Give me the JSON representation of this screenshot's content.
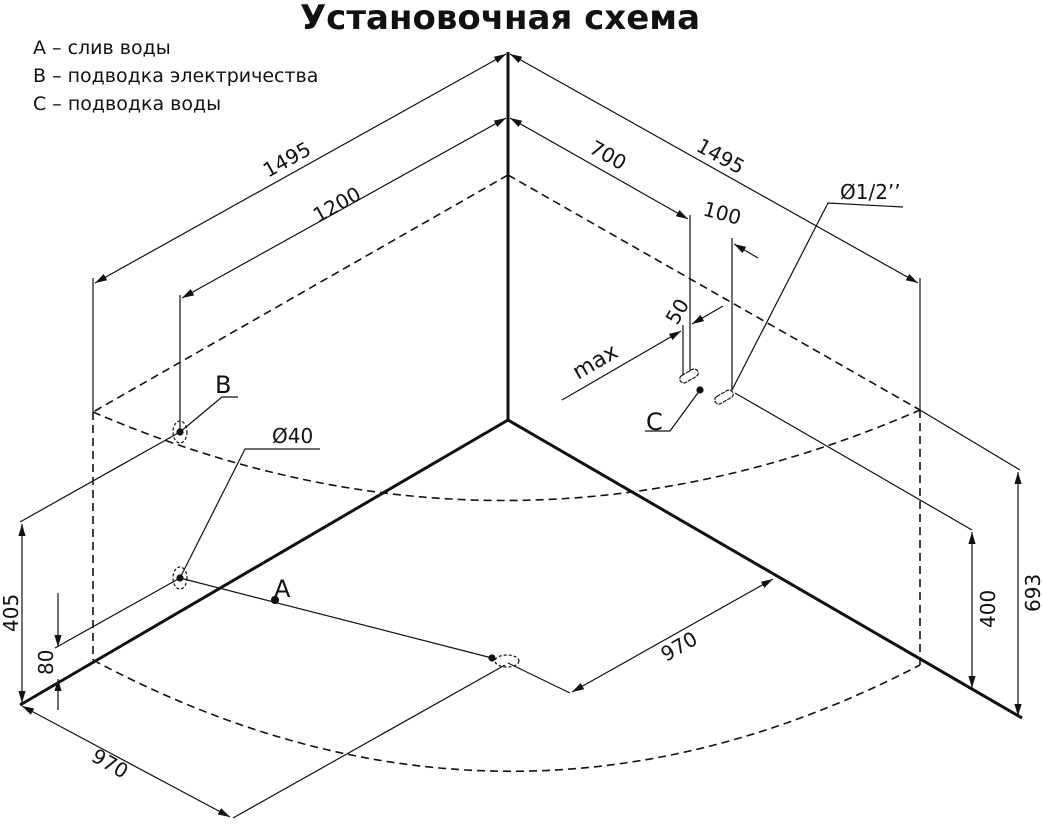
{
  "title": "Установочная схема",
  "legend": [
    "A – слив воды",
    "B – подводка электричества",
    "C – подводка воды"
  ],
  "dimensions": {
    "left_length_outer": "1495",
    "left_length_inner": "1200",
    "right_length_outer": "1495",
    "right_offset": "700",
    "pipe_spacing": "100",
    "pipe_gap": "50",
    "max_label": "max",
    "pipe_diameter": "Ø1/2’’",
    "drain_diameter": "Ø40",
    "height_left": "405",
    "height_drain": "80",
    "height_right_pipe": "400",
    "height_right_total": "693",
    "floor_left": "970",
    "floor_right": "970"
  },
  "markers": {
    "a": "A",
    "b": "B",
    "c": "C"
  }
}
